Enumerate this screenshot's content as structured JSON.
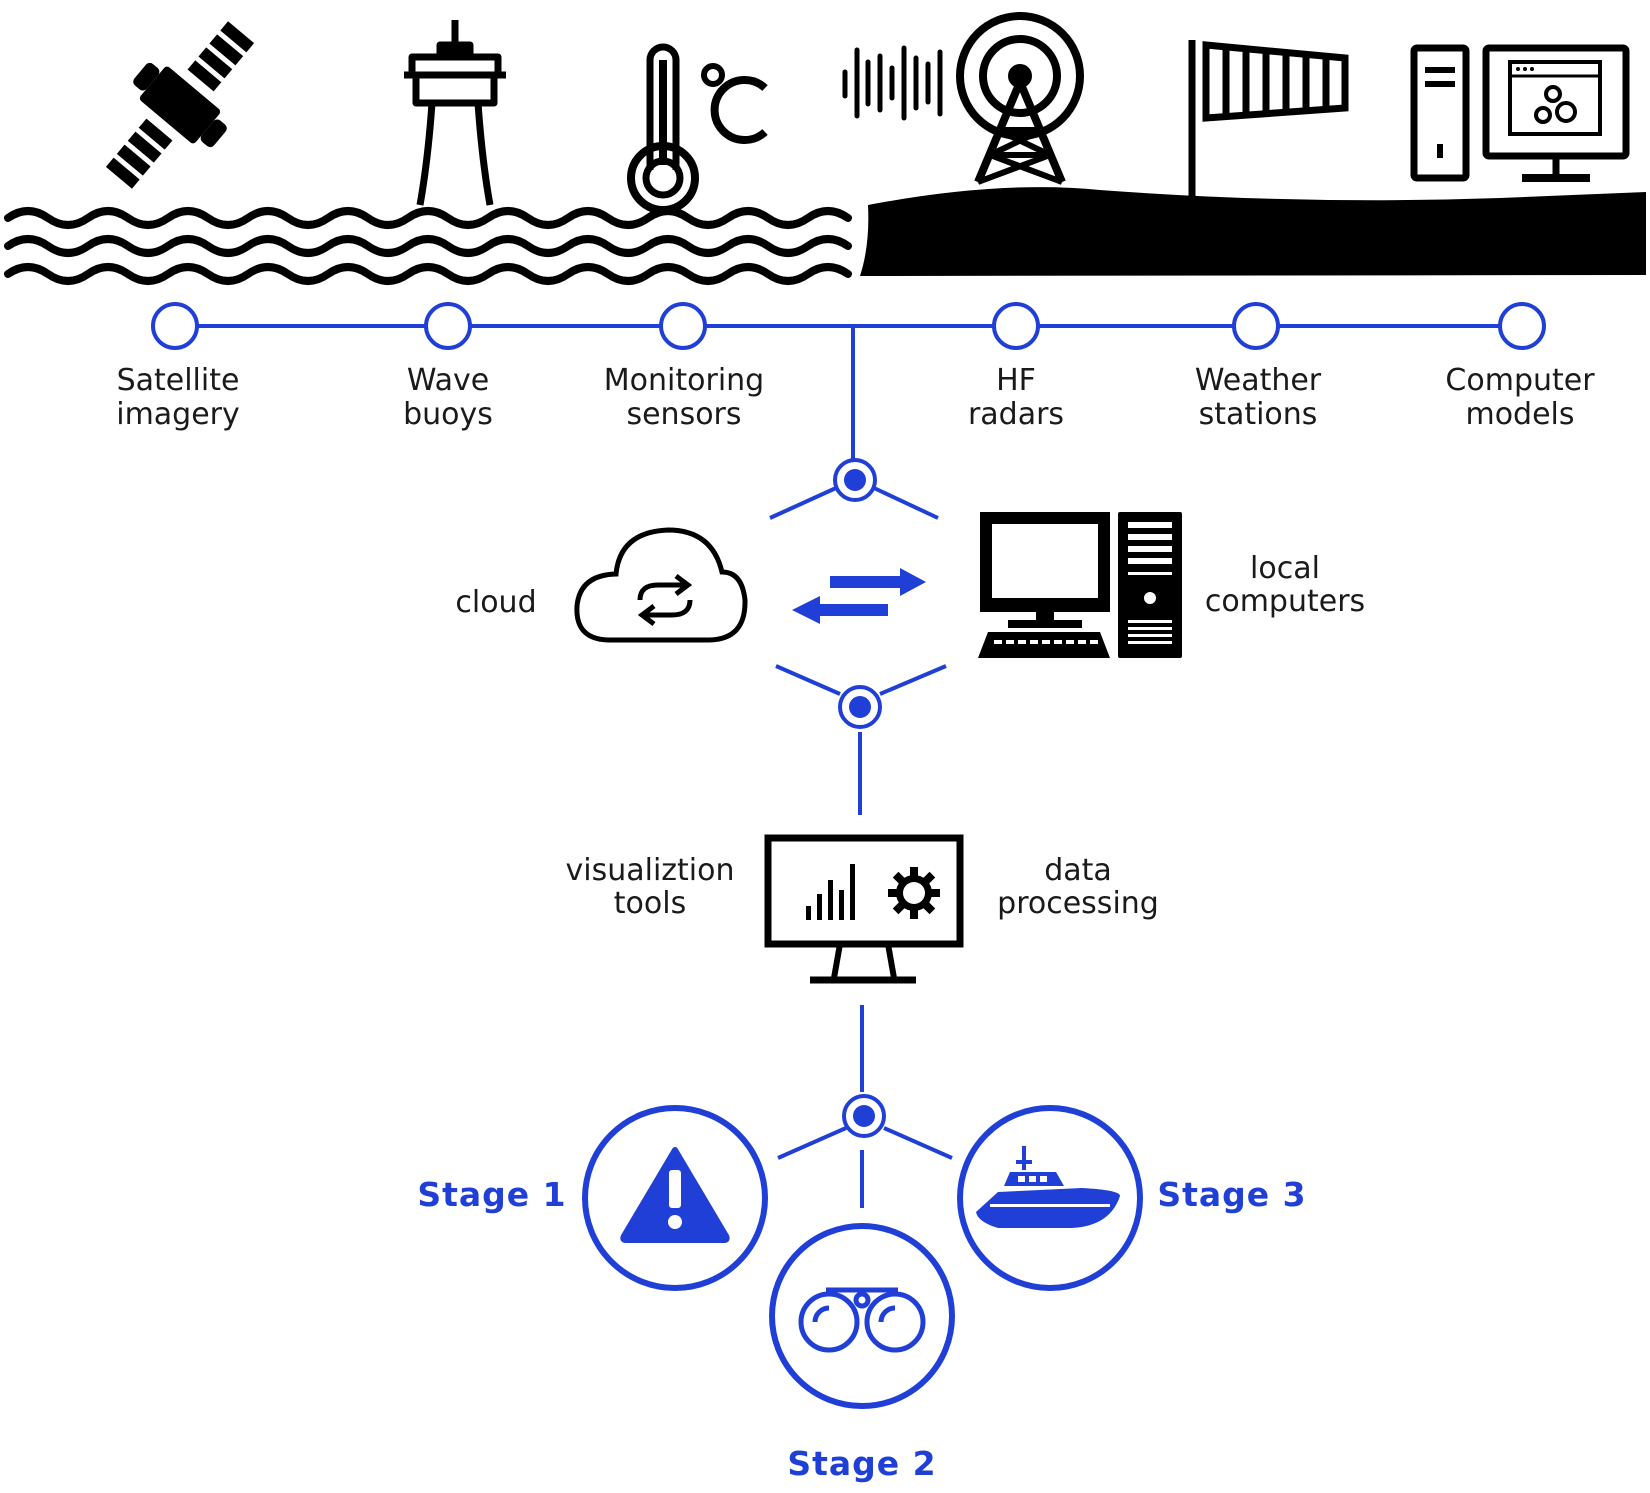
{
  "colors": {
    "accent": "#1f3fd6",
    "ink": "#000000",
    "text": "#1a1a1a"
  },
  "sources": [
    {
      "line1": "Satellite",
      "line2": "imagery",
      "icon": "satellite-icon"
    },
    {
      "line1": "Wave",
      "line2": "buoys",
      "icon": "wave-buoy-icon"
    },
    {
      "line1": "Monitoring",
      "line2": "sensors",
      "icon": "thermometer-icon"
    },
    {
      "line1": "HF",
      "line2": "radars",
      "icon": "radar-tower-icon"
    },
    {
      "line1": "Weather",
      "line2": "stations",
      "icon": "windsock-icon"
    },
    {
      "line1": "Computer",
      "line2": "models",
      "icon": "computer-models-icon"
    }
  ],
  "storage": {
    "cloud_label": "cloud",
    "local_line1": "local",
    "local_line2": "computers"
  },
  "processing": {
    "vis_line1": "visualiztion",
    "vis_line2": "tools",
    "data_line1": "data",
    "data_line2": "processing"
  },
  "stages": [
    {
      "label": "Stage 1",
      "icon": "warning-icon"
    },
    {
      "label": "Stage 2",
      "icon": "binoculars-icon"
    },
    {
      "label": "Stage 3",
      "icon": "boat-icon"
    }
  ]
}
